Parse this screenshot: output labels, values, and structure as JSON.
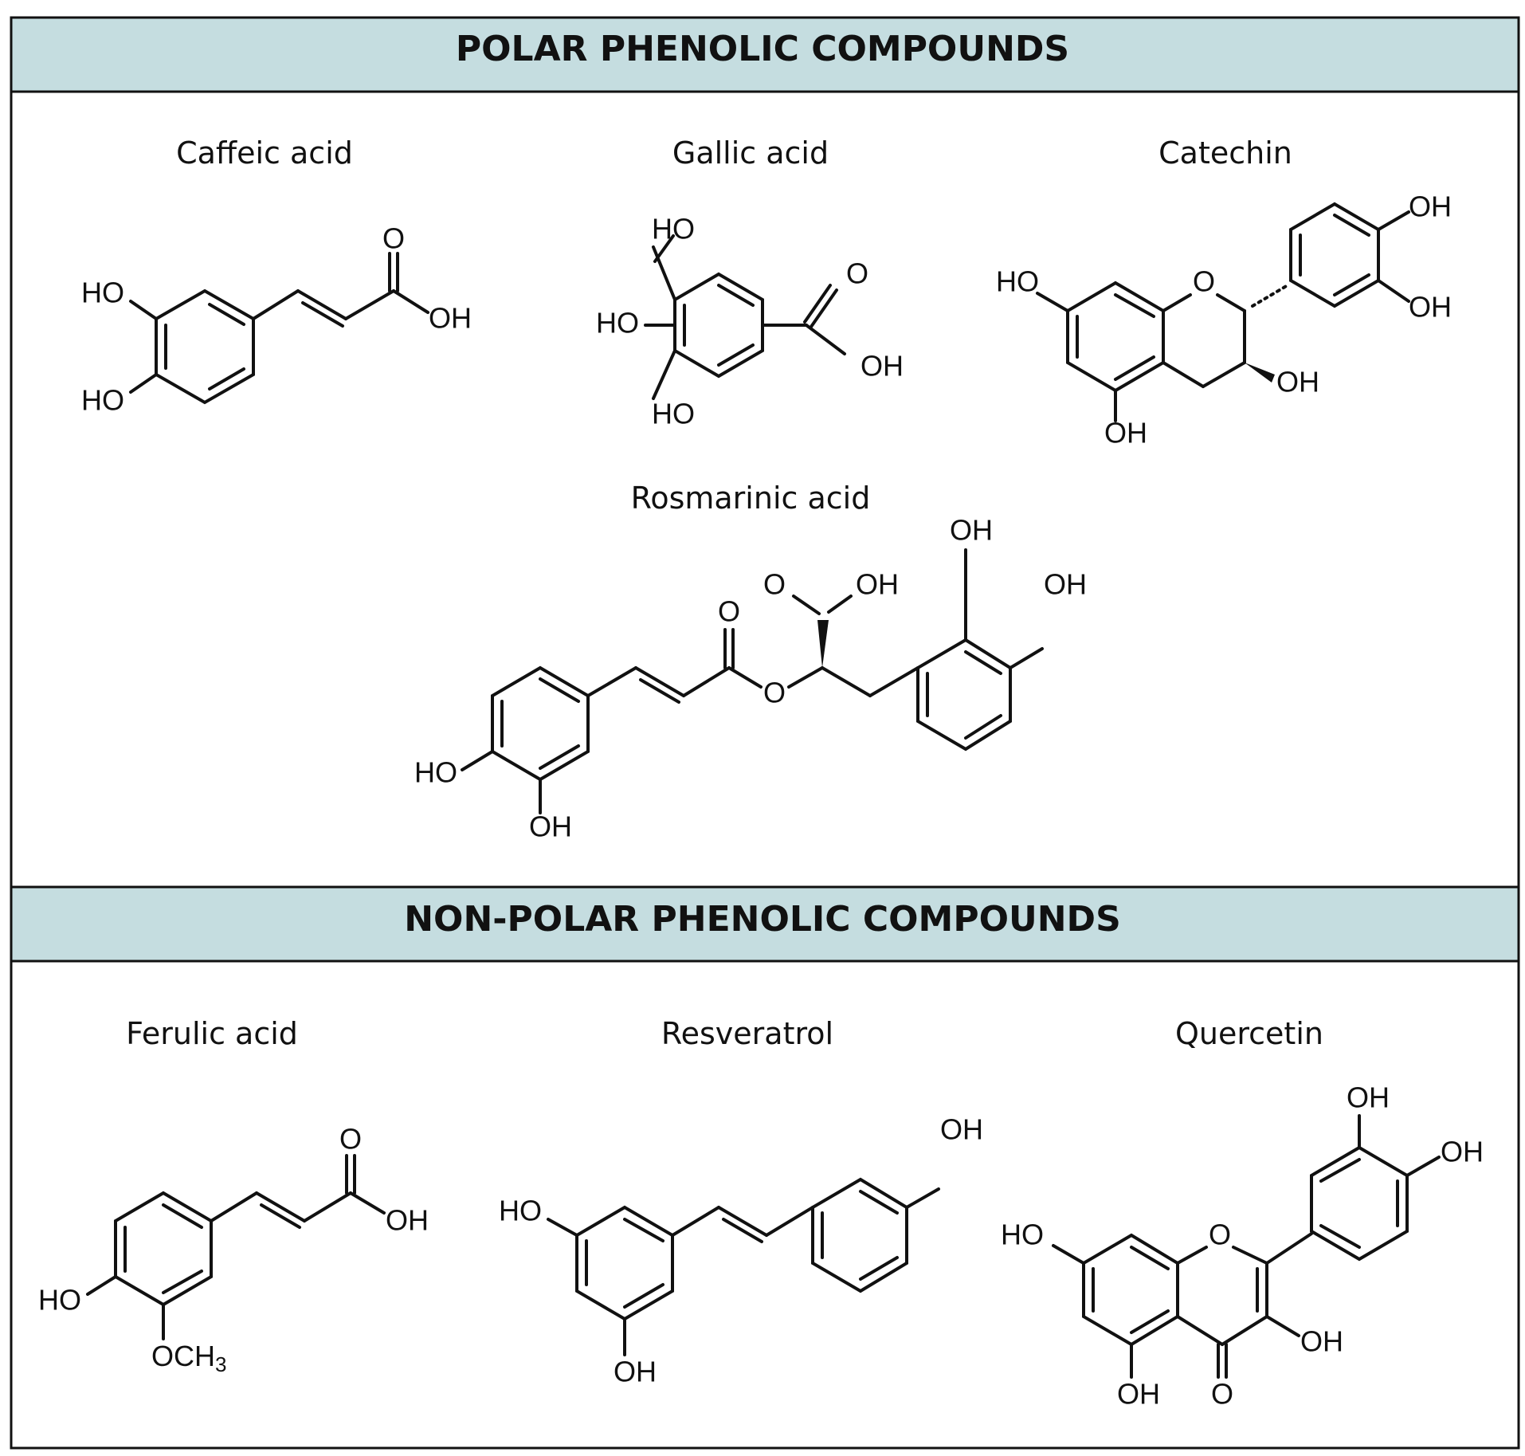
{
  "colors": {
    "band": "#c5dde0",
    "ink": "#111111",
    "background": "#ffffff"
  },
  "sections": {
    "polar": {
      "title": "POLAR PHENOLIC COMPOUNDS",
      "compounds": {
        "caffeic": {
          "name": "Caffeic acid"
        },
        "gallic": {
          "name": "Gallic acid"
        },
        "catechin": {
          "name": "Catechin"
        },
        "rosmarinic": {
          "name": "Rosmarinic acid"
        }
      }
    },
    "nonpolar": {
      "title": "NON-POLAR PHENOLIC COMPOUNDS",
      "compounds": {
        "ferulic": {
          "name": "Ferulic acid"
        },
        "resveratrol": {
          "name": "Resveratrol"
        },
        "quercetin": {
          "name": "Quercetin"
        }
      }
    }
  },
  "atoms": {
    "ho": "HO",
    "oh": "OH",
    "o": "O",
    "och": "OCH",
    "sub3": "3"
  }
}
